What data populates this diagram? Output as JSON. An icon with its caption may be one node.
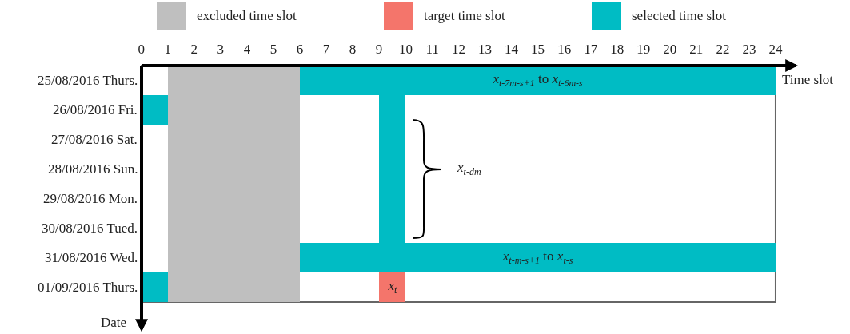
{
  "diagram": {
    "nodes": [
      {
        "text": [],
        "shape": "box"
      },
      {
        "text": [
          "*x*$_{t-7m-s+1}$ to *x*$_{t-6m-s}$"
        ]
      },
      {
        "text": [],
        "shape": "box"
      },
      {
        "text": [],
        "shape": "box"
      },
      {
        "text": [
          "*x*$_{t-m-s+1}$ to *x*$_{t-s}$"
        ]
      },
      {
        "text": [],
        "shape": "box"
      },
      {
        "text": [
          "*x*$_{t}$"
        ]
      }
    ],
    "edges": [],
    "labels": [
      "0",
      "1",
      "2",
      "3",
      "4",
      "5",
      "6",
      "7",
      "8",
      "9",
      "10",
      "11",
      "12",
      "13",
      "14",
      "15",
      "16",
      "17",
      "18",
      "19",
      "20",
      "21",
      "22",
      "23",
      "24",
      "25/08/2016 Thurs.",
      "Time slot",
      "26/08/2016 Fri.",
      "27/08/2016 Sat.",
      "28/08/2016 Sun.",
      "*x*$_{t-dm}$",
      "29/08/2016 Mon.",
      "30/08/2016 Tued.",
      "31/08/2016 Wed.",
      "01/09/2016 Thurs.",
      "Date"
    ],
    "legend": [
      {
        "text": "excluded time slot",
        "color": "#bfbfbf"
      },
      {
        "text": "target time slot",
        "color": "#f4756b"
      },
      {
        "text": "selected time slot",
        "color": "#00bcc4"
      }
    ]
  }
}
